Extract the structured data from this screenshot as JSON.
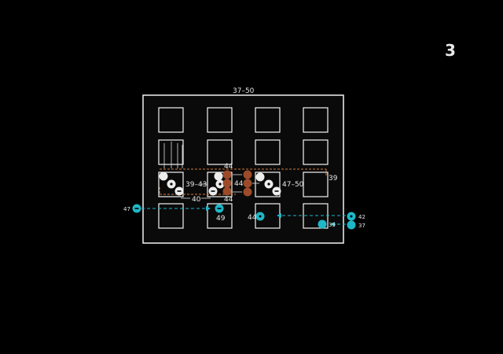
{
  "slide_number": "3",
  "title": "37–50",
  "labels": {
    "inner_range_left": "39–43",
    "inner_range_right": "47–50",
    "center_top": "44",
    "center_mid": "44",
    "center_bottom": "44",
    "left_bottom": "40",
    "right_marker": "39",
    "lower_49": "49",
    "lower_44": "44",
    "left_47": "47",
    "right_42": "42",
    "right_37": "37",
    "lower_39": "39"
  },
  "colors": {
    "background": "#000000",
    "grid_line": "#f2f2f2",
    "cyan": "#1fb7c7",
    "brown": "#9c4b2a",
    "orange_dash": "#d07a3c",
    "white_token": "#ededed"
  }
}
